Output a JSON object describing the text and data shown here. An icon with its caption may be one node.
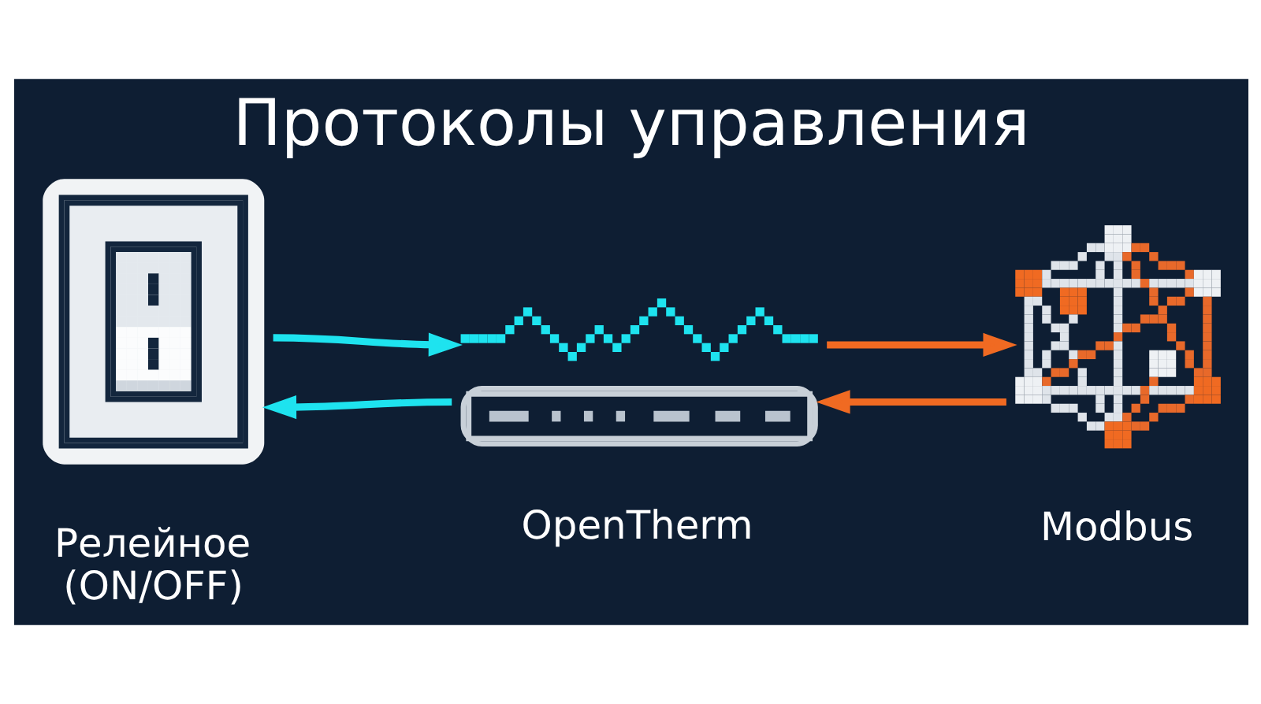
{
  "diagram": {
    "title": "Протоколы управления",
    "nodes": [
      {
        "text": [
          "Релейное (ON/OFF)"
        ]
      },
      {
        "text": [
          "OpenTherm"
        ]
      },
      {
        "text": [
          "Modbus"
        ]
      }
    ],
    "edges": [
      {
        "from": 0,
        "to": 1,
        "arrow": "to",
        "color": "#1ee3ef"
      },
      {
        "from": 1,
        "to": 0,
        "arrow": "to",
        "color": "#1ee3ef"
      },
      {
        "from": 1,
        "to": 2,
        "arrow": "to",
        "color": "#f06a22"
      },
      {
        "from": 2,
        "to": 1,
        "arrow": "to",
        "color": "#f06a22"
      }
    ]
  }
}
